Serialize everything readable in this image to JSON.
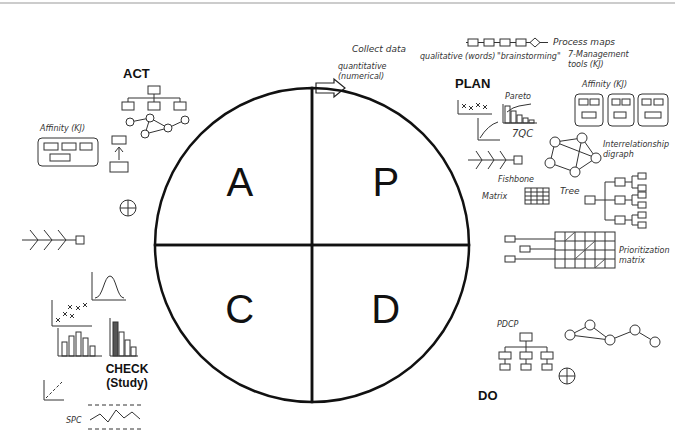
{
  "diagram": {
    "nodes": [
      {
        "text": [
          "A"
        ]
      },
      {
        "text": [
          "P"
        ]
      },
      {
        "text": [
          "C"
        ]
      },
      {
        "text": [
          "D"
        ]
      }
    ],
    "labels": [
      "Process maps",
      "Collect data",
      "qualitative (words)",
      "\"brainstorming\"",
      "7-Management tools (KJ)",
      "ACT",
      "quantitative (numerical)",
      "PLAN",
      "Affinity (KJ)",
      "Pareto",
      "Affinity (KJ)",
      "7QC",
      "Interrelationship digraph",
      "Fishbone",
      "Tree",
      "Matrix",
      "Prioritization matrix",
      "PDCP",
      "CHECK (Study)",
      "DO",
      "SPC"
    ]
  }
}
